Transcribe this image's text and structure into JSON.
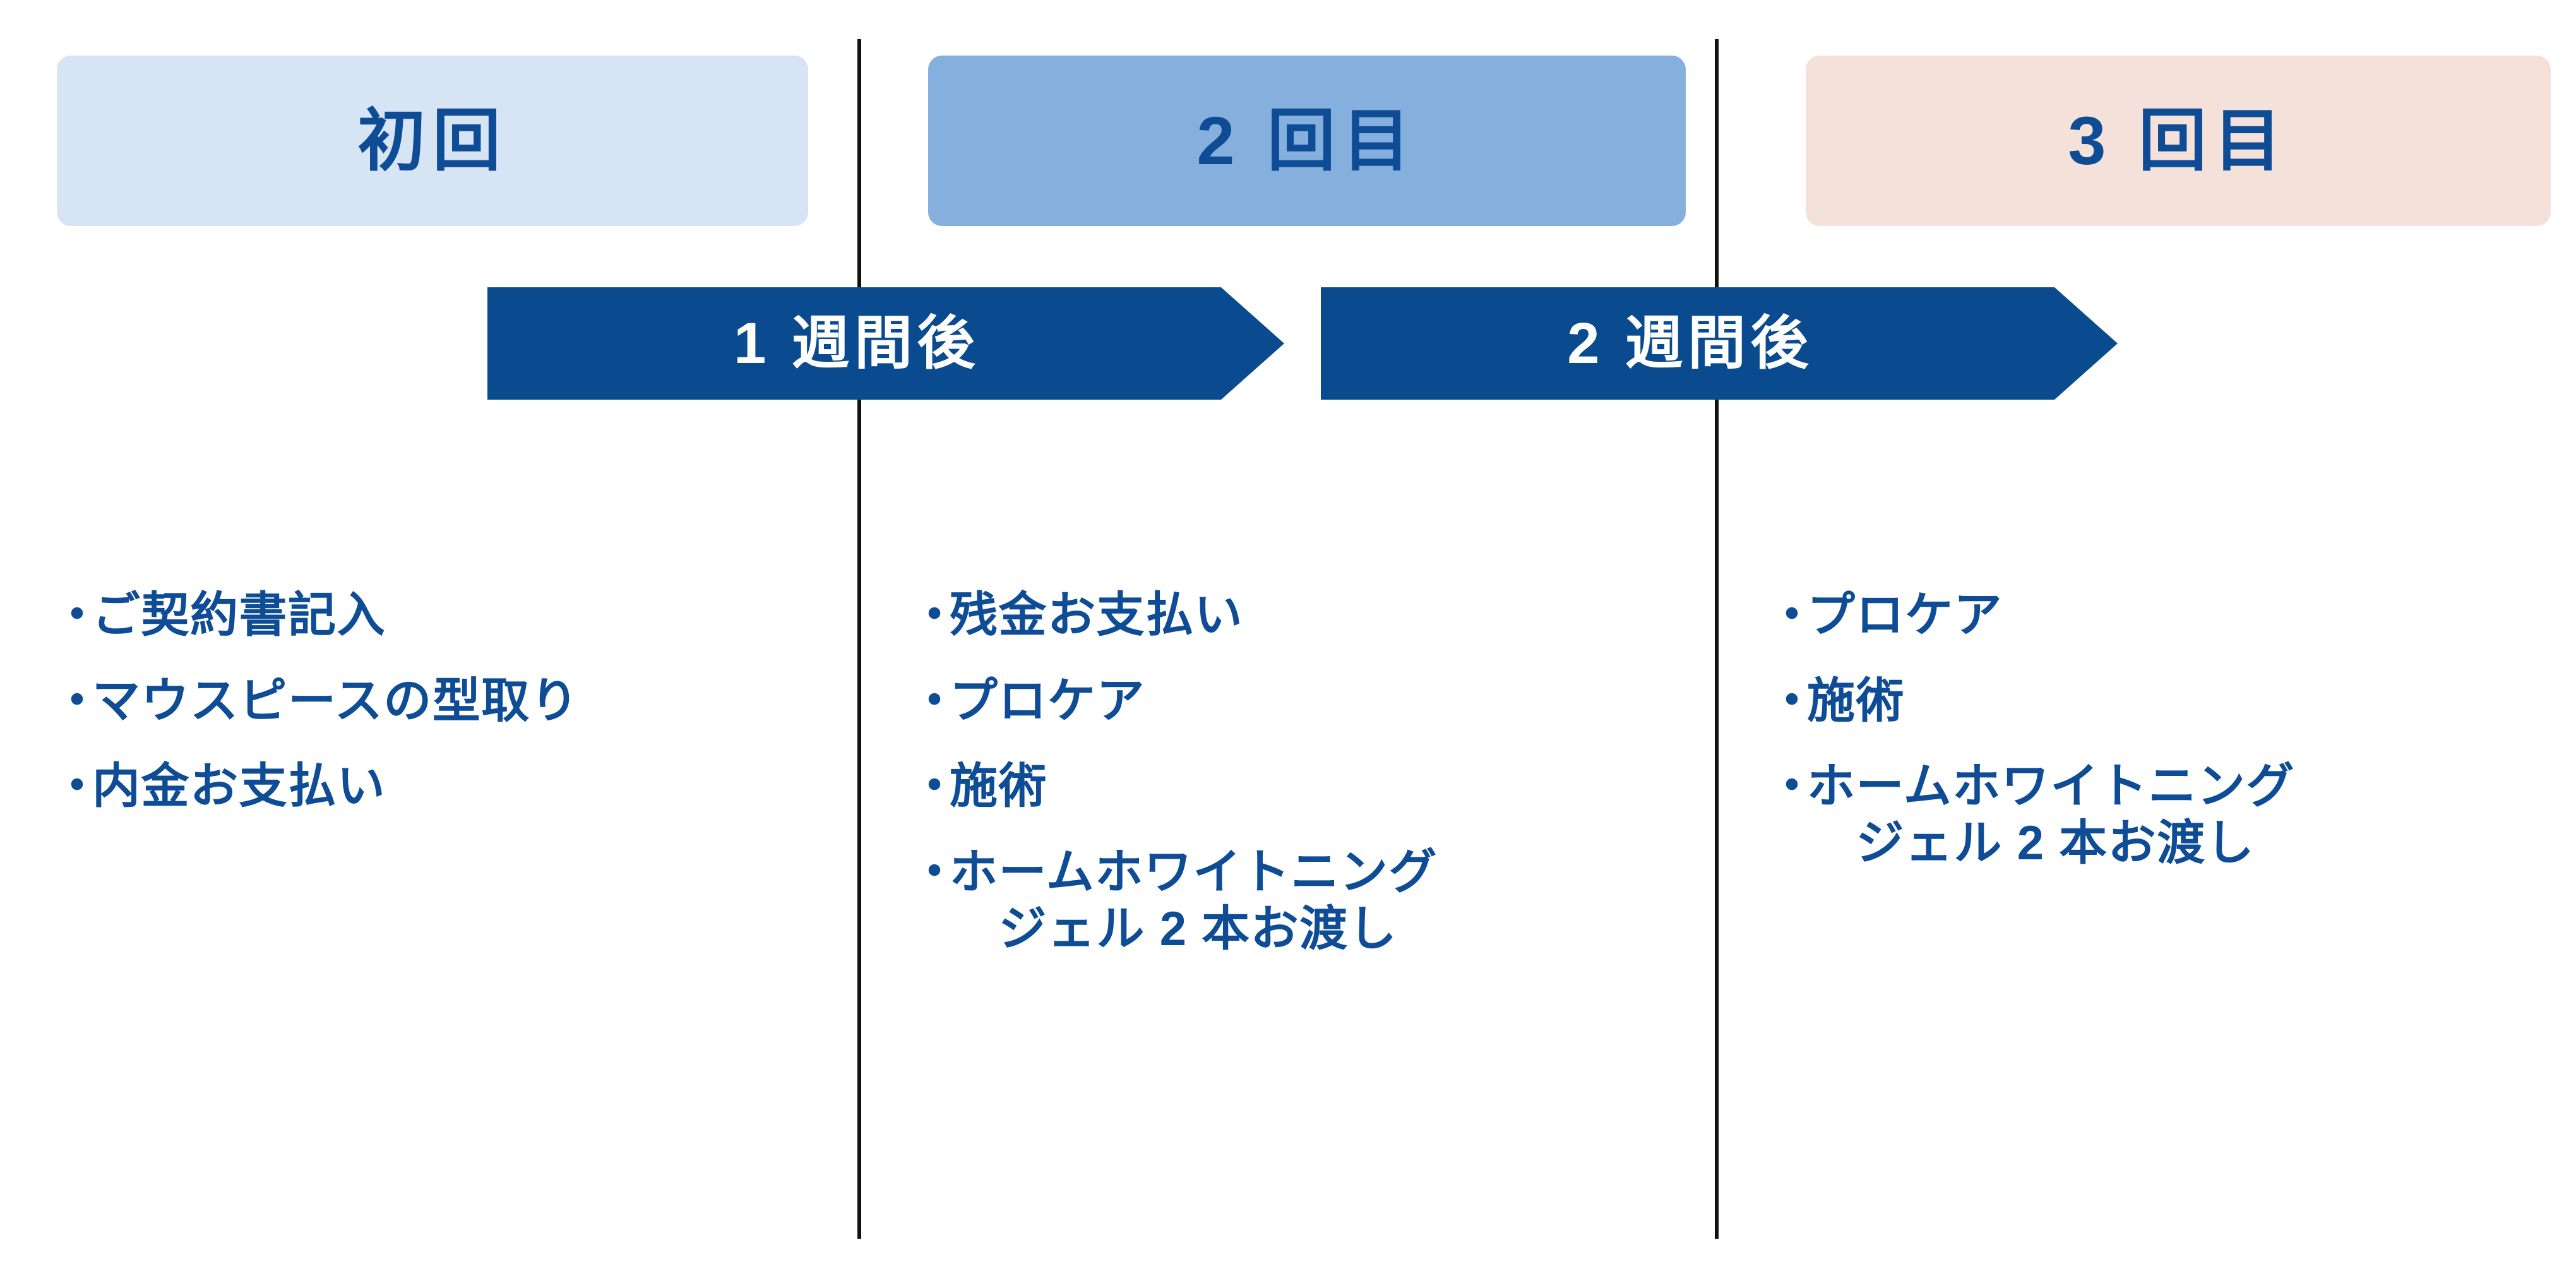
{
  "columns": [
    {
      "header": "初回",
      "header_bg": "#d6e4f4",
      "items": [
        "ご契約書記入",
        "マウスピースの型取り",
        "内金お支払い"
      ]
    },
    {
      "header": "2 回目",
      "header_bg": "#85b0dd",
      "items": [
        "残金お支払い",
        "プロケア",
        "施術",
        "ホームホワイトニング\n　ジェル 2 本お渡し"
      ]
    },
    {
      "header": "3 回目",
      "header_bg": "#f4e2da",
      "items": [
        "プロケア",
        "施術",
        "ホームホワイトニング\n　ジェル 2 本お渡し"
      ]
    }
  ],
  "arrows": [
    {
      "label": "1 週間後"
    },
    {
      "label": "2 週間後"
    }
  ],
  "bullet_glyph": "・",
  "colors": {
    "text_blue": "#0f4c96",
    "arrow_navy": "#094b8e",
    "divider": "#111111",
    "arrow_text": "#ffffff"
  }
}
